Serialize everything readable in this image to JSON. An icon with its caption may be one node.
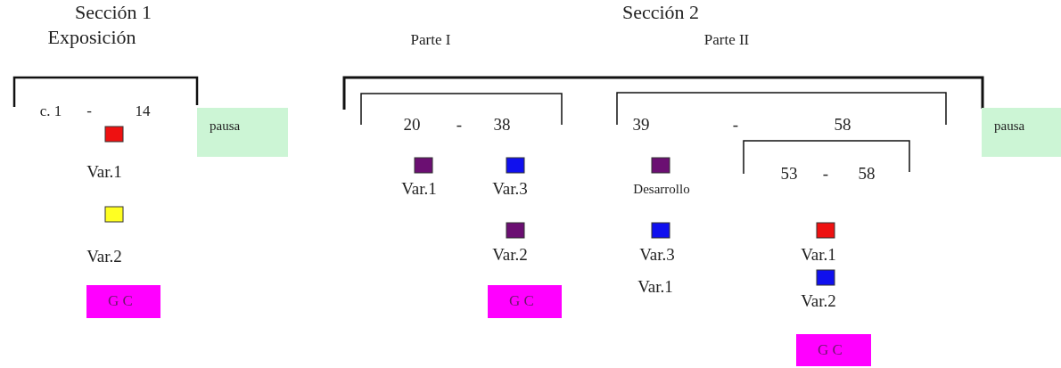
{
  "diagram": {
    "nodes": [
      {
        "text": [
          "pausa"
        ]
      },
      {
        "text": [
          "pausa"
        ]
      },
      {
        "text": [
          "G C"
        ]
      },
      {
        "text": [
          "G C"
        ]
      },
      {
        "text": [
          "G C"
        ]
      }
    ],
    "labels": [
      "Sección 1",
      "Sección 2",
      "Exposición",
      "Parte I",
      "Parte II",
      "c. 1",
      "-",
      "14",
      "20",
      "-",
      "38",
      "39",
      "-",
      "58",
      "Var.1",
      "53",
      "-",
      "58",
      "Var.1",
      "Var.3",
      "Desarrollo",
      "Var.2",
      "Var.2",
      "Var.3",
      "Var.1",
      "Var.1",
      "Var.2"
    ]
  }
}
